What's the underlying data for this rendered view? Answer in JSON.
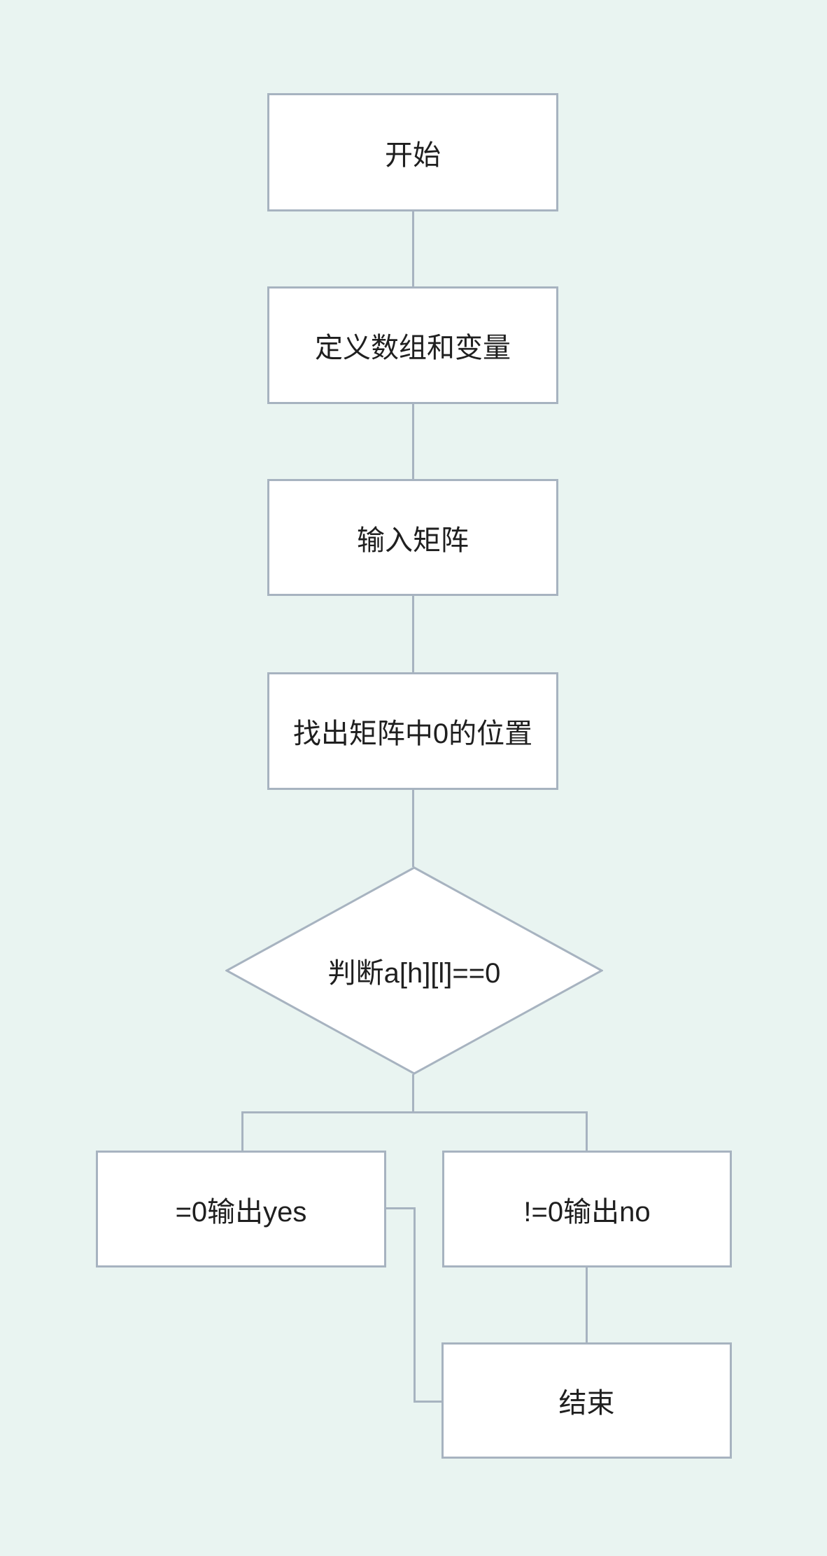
{
  "diagram": {
    "type": "flowchart",
    "colors": {
      "background": "#e9f4f1",
      "node_fill": "#ffffff",
      "stroke": "#a7b3c0",
      "text": "#1f1f1f"
    },
    "nodes": [
      {
        "id": "start",
        "shape": "rectangle",
        "label": "开始"
      },
      {
        "id": "define",
        "shape": "rectangle",
        "label": "定义数组和变量"
      },
      {
        "id": "input",
        "shape": "rectangle",
        "label": "输入矩阵"
      },
      {
        "id": "find",
        "shape": "rectangle",
        "label": "找出矩阵中0的位置"
      },
      {
        "id": "decision",
        "shape": "diamond",
        "label": "判断a[h][l]==0"
      },
      {
        "id": "yes",
        "shape": "rectangle",
        "label": "=0输出yes"
      },
      {
        "id": "no",
        "shape": "rectangle",
        "label": "!=0输出no"
      },
      {
        "id": "end",
        "shape": "rectangle",
        "label": "结束"
      }
    ],
    "edges": [
      {
        "from": "start",
        "to": "define"
      },
      {
        "from": "define",
        "to": "input"
      },
      {
        "from": "input",
        "to": "find"
      },
      {
        "from": "find",
        "to": "decision"
      },
      {
        "from": "decision",
        "to": "yes"
      },
      {
        "from": "decision",
        "to": "no"
      },
      {
        "from": "yes",
        "to": "end"
      },
      {
        "from": "no",
        "to": "end"
      }
    ]
  }
}
